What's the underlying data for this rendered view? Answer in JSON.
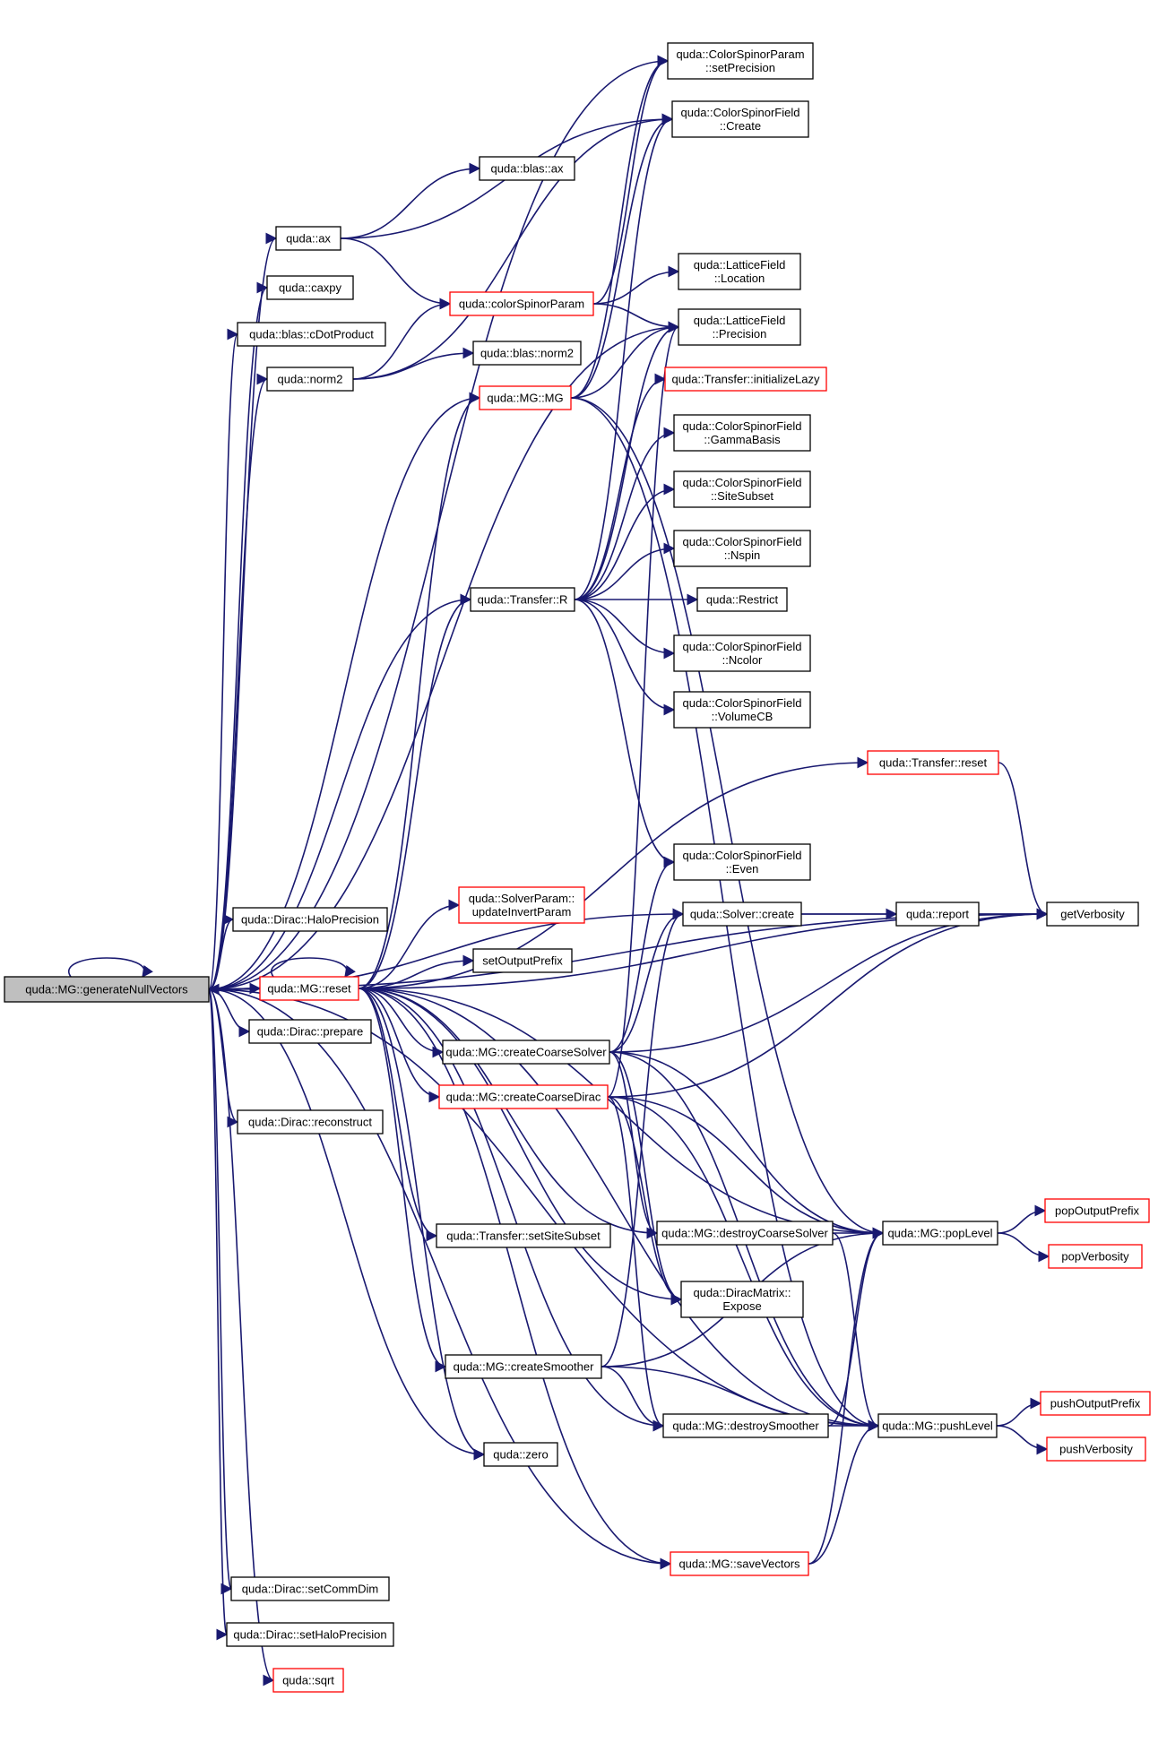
{
  "nodes": [
    {
      "id": "root",
      "lines": [
        "quda::MG::generateNullVectors"
      ],
      "color": "black",
      "root": true
    },
    {
      "id": "ax",
      "lines": [
        "quda::ax"
      ],
      "color": "black"
    },
    {
      "id": "caxpy",
      "lines": [
        "quda::caxpy"
      ],
      "color": "black"
    },
    {
      "id": "cdot",
      "lines": [
        "quda::blas::cDotProduct"
      ],
      "color": "black"
    },
    {
      "id": "norm2",
      "lines": [
        "quda::norm2"
      ],
      "color": "black"
    },
    {
      "id": "halo",
      "lines": [
        "quda::Dirac::HaloPrecision"
      ],
      "color": "black"
    },
    {
      "id": "reset",
      "lines": [
        "quda::MG::reset"
      ],
      "color": "red"
    },
    {
      "id": "prepare",
      "lines": [
        "quda::Dirac::prepare"
      ],
      "color": "black"
    },
    {
      "id": "reconstruct",
      "lines": [
        "quda::Dirac::reconstruct"
      ],
      "color": "black"
    },
    {
      "id": "setcomm",
      "lines": [
        "quda::Dirac::setCommDim"
      ],
      "color": "black"
    },
    {
      "id": "sethalo",
      "lines": [
        "quda::Dirac::setHaloPrecision"
      ],
      "color": "black"
    },
    {
      "id": "sqrt",
      "lines": [
        "quda::sqrt"
      ],
      "color": "red"
    },
    {
      "id": "blasax",
      "lines": [
        "quda::blas::ax"
      ],
      "color": "black"
    },
    {
      "id": "csp",
      "lines": [
        "quda::colorSpinorParam"
      ],
      "color": "red"
    },
    {
      "id": "blasnorm2",
      "lines": [
        "quda::blas::norm2"
      ],
      "color": "black"
    },
    {
      "id": "mgmg",
      "lines": [
        "quda::MG::MG"
      ],
      "color": "red"
    },
    {
      "id": "transR",
      "lines": [
        "quda::Transfer::R"
      ],
      "color": "black"
    },
    {
      "id": "solverparam",
      "lines": [
        "quda::SolverParam::",
        "updateInvertParam"
      ],
      "color": "red"
    },
    {
      "id": "setoutprefix",
      "lines": [
        "setOutputPrefix"
      ],
      "color": "black"
    },
    {
      "id": "ccsolver",
      "lines": [
        "quda::MG::createCoarseSolver"
      ],
      "color": "black"
    },
    {
      "id": "ccdirac",
      "lines": [
        "quda::MG::createCoarseDirac"
      ],
      "color": "red"
    },
    {
      "id": "setsite",
      "lines": [
        "quda::Transfer::setSiteSubset"
      ],
      "color": "black"
    },
    {
      "id": "csmoother",
      "lines": [
        "quda::MG::createSmoother"
      ],
      "color": "black"
    },
    {
      "id": "zero",
      "lines": [
        "quda::zero"
      ],
      "color": "black"
    },
    {
      "id": "setprec",
      "lines": [
        "quda::ColorSpinorParam",
        "::setPrecision"
      ],
      "color": "black"
    },
    {
      "id": "csfcreate",
      "lines": [
        "quda::ColorSpinorField",
        "::Create"
      ],
      "color": "black"
    },
    {
      "id": "lfloc",
      "lines": [
        "quda::LatticeField",
        "::Location"
      ],
      "color": "black"
    },
    {
      "id": "lfprec",
      "lines": [
        "quda::LatticeField",
        "::Precision"
      ],
      "color": "black"
    },
    {
      "id": "tinit",
      "lines": [
        "quda::Transfer::initializeLazy"
      ],
      "color": "red"
    },
    {
      "id": "gamma",
      "lines": [
        "quda::ColorSpinorField",
        "::GammaBasis"
      ],
      "color": "black"
    },
    {
      "id": "sitesub",
      "lines": [
        "quda::ColorSpinorField",
        "::SiteSubset"
      ],
      "color": "black"
    },
    {
      "id": "nspin",
      "lines": [
        "quda::ColorSpinorField",
        "::Nspin"
      ],
      "color": "black"
    },
    {
      "id": "restrict",
      "lines": [
        "quda::Restrict"
      ],
      "color": "black"
    },
    {
      "id": "ncolor",
      "lines": [
        "quda::ColorSpinorField",
        "::Ncolor"
      ],
      "color": "black"
    },
    {
      "id": "volcb",
      "lines": [
        "quda::ColorSpinorField",
        "::VolumeCB"
      ],
      "color": "black"
    },
    {
      "id": "treset",
      "lines": [
        "quda::Transfer::reset"
      ],
      "color": "red"
    },
    {
      "id": "even",
      "lines": [
        "quda::ColorSpinorField",
        "::Even"
      ],
      "color": "black"
    },
    {
      "id": "solvercreate",
      "lines": [
        "quda::Solver::create"
      ],
      "color": "black"
    },
    {
      "id": "dcsolver",
      "lines": [
        "quda::MG::destroyCoarseSolver"
      ],
      "color": "black"
    },
    {
      "id": "expose",
      "lines": [
        "quda::DiracMatrix::",
        "Expose"
      ],
      "color": "black"
    },
    {
      "id": "dsmoother",
      "lines": [
        "quda::MG::destroySmoother"
      ],
      "color": "black"
    },
    {
      "id": "savevec",
      "lines": [
        "quda::MG::saveVectors"
      ],
      "color": "red"
    },
    {
      "id": "report",
      "lines": [
        "quda::report"
      ],
      "color": "black"
    },
    {
      "id": "poplevel",
      "lines": [
        "quda::MG::popLevel"
      ],
      "color": "black"
    },
    {
      "id": "pushlevel",
      "lines": [
        "quda::MG::pushLevel"
      ],
      "color": "black"
    },
    {
      "id": "getverb",
      "lines": [
        "getVerbosity"
      ],
      "color": "black"
    },
    {
      "id": "popout",
      "lines": [
        "popOutputPrefix"
      ],
      "color": "red"
    },
    {
      "id": "popverb",
      "lines": [
        "popVerbosity"
      ],
      "color": "red"
    },
    {
      "id": "pushout",
      "lines": [
        "pushOutputPrefix"
      ],
      "color": "red"
    },
    {
      "id": "pushverb",
      "lines": [
        "pushVerbosity"
      ],
      "color": "red"
    }
  ],
  "edges": [
    [
      "root",
      "root"
    ],
    [
      "root",
      "ax"
    ],
    [
      "root",
      "caxpy"
    ],
    [
      "root",
      "cdot"
    ],
    [
      "root",
      "norm2"
    ],
    [
      "root",
      "halo"
    ],
    [
      "root",
      "reset"
    ],
    [
      "root",
      "prepare"
    ],
    [
      "root",
      "reconstruct"
    ],
    [
      "root",
      "setcomm"
    ],
    [
      "root",
      "sethalo"
    ],
    [
      "root",
      "sqrt"
    ],
    [
      "root",
      "setprec"
    ],
    [
      "root",
      "getverb"
    ],
    [
      "root",
      "mgmg"
    ],
    [
      "root",
      "transR"
    ],
    [
      "root",
      "lfprec"
    ],
    [
      "root",
      "solvercreate"
    ],
    [
      "root",
      "zero"
    ],
    [
      "root",
      "savevec"
    ],
    [
      "root",
      "pushlevel"
    ],
    [
      "ax",
      "blasax"
    ],
    [
      "ax",
      "csp"
    ],
    [
      "ax",
      "csfcreate"
    ],
    [
      "norm2",
      "csp"
    ],
    [
      "norm2",
      "blasnorm2"
    ],
    [
      "norm2",
      "csfcreate"
    ],
    [
      "csp",
      "setprec"
    ],
    [
      "csp",
      "lfloc"
    ],
    [
      "csp",
      "lfprec"
    ],
    [
      "mgmg",
      "setprec"
    ],
    [
      "mgmg",
      "csfcreate"
    ],
    [
      "mgmg",
      "lfprec"
    ],
    [
      "mgmg",
      "poplevel"
    ],
    [
      "mgmg",
      "pushlevel"
    ],
    [
      "transR",
      "lfprec"
    ],
    [
      "transR",
      "tinit"
    ],
    [
      "transR",
      "gamma"
    ],
    [
      "transR",
      "sitesub"
    ],
    [
      "transR",
      "nspin"
    ],
    [
      "transR",
      "restrict"
    ],
    [
      "transR",
      "ncolor"
    ],
    [
      "transR",
      "volcb"
    ],
    [
      "transR",
      "even"
    ],
    [
      "transR",
      "csfcreate"
    ],
    [
      "reset",
      "root"
    ],
    [
      "reset",
      "reset"
    ],
    [
      "reset",
      "mgmg"
    ],
    [
      "reset",
      "transR"
    ],
    [
      "reset",
      "treset"
    ],
    [
      "reset",
      "getverb"
    ],
    [
      "reset",
      "solverparam"
    ],
    [
      "reset",
      "setoutprefix"
    ],
    [
      "reset",
      "ccsolver"
    ],
    [
      "reset",
      "ccdirac"
    ],
    [
      "reset",
      "setsite"
    ],
    [
      "reset",
      "csmoother"
    ],
    [
      "reset",
      "zero"
    ],
    [
      "reset",
      "dcsolver"
    ],
    [
      "reset",
      "expose"
    ],
    [
      "reset",
      "dsmoother"
    ],
    [
      "reset",
      "poplevel"
    ],
    [
      "reset",
      "pushlevel"
    ],
    [
      "reset",
      "savevec"
    ],
    [
      "treset",
      "getverb"
    ],
    [
      "solvercreate",
      "report"
    ],
    [
      "solvercreate",
      "getverb"
    ],
    [
      "report",
      "getverb"
    ],
    [
      "ccsolver",
      "solvercreate"
    ],
    [
      "ccsolver",
      "even"
    ],
    [
      "ccsolver",
      "getverb"
    ],
    [
      "ccsolver",
      "dcsolver"
    ],
    [
      "ccsolver",
      "poplevel"
    ],
    [
      "ccsolver",
      "pushlevel"
    ],
    [
      "ccsolver",
      "expose"
    ],
    [
      "ccdirac",
      "getverb"
    ],
    [
      "ccdirac",
      "poplevel"
    ],
    [
      "ccdirac",
      "pushlevel"
    ],
    [
      "ccdirac",
      "expose"
    ],
    [
      "ccdirac",
      "dsmoother"
    ],
    [
      "ccdirac",
      "lfprec"
    ],
    [
      "csmoother",
      "solvercreate"
    ],
    [
      "csmoother",
      "dsmoother"
    ],
    [
      "csmoother",
      "poplevel"
    ],
    [
      "csmoother",
      "pushlevel"
    ],
    [
      "dcsolver",
      "poplevel"
    ],
    [
      "dcsolver",
      "pushlevel"
    ],
    [
      "dsmoother",
      "poplevel"
    ],
    [
      "dsmoother",
      "pushlevel"
    ],
    [
      "savevec",
      "poplevel"
    ],
    [
      "savevec",
      "pushlevel"
    ],
    [
      "poplevel",
      "popout"
    ],
    [
      "poplevel",
      "popverb"
    ],
    [
      "pushlevel",
      "pushout"
    ],
    [
      "pushlevel",
      "pushverb"
    ]
  ]
}
